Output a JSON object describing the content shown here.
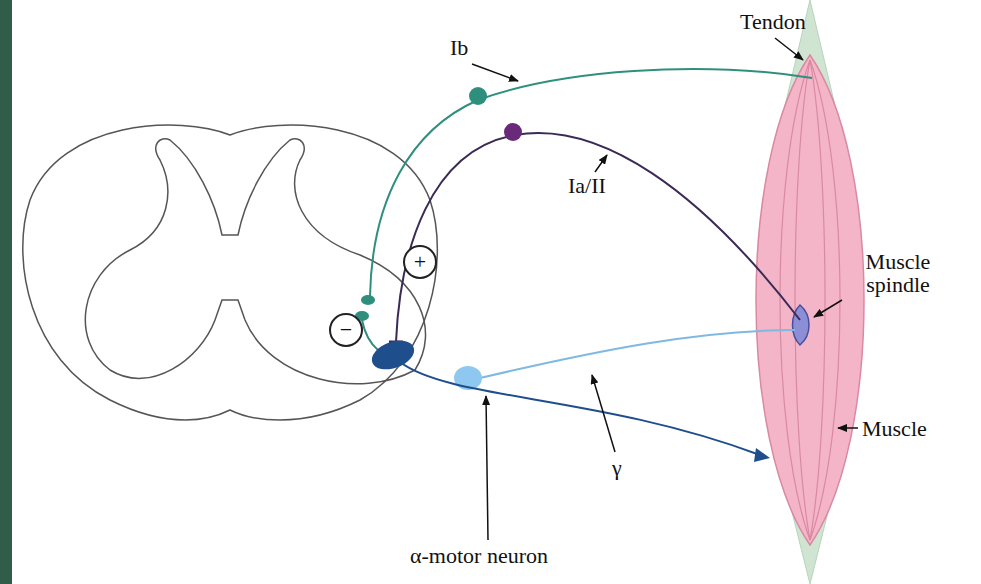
{
  "diagram": {
    "nodes": [
      {
        "text": [
          "+"
        ]
      },
      {
        "text": [
          "−"
        ]
      }
    ],
    "labels": [
      "Tendon",
      "Ib",
      "Ia/II",
      "Muscle spindle",
      "Muscle",
      "γ",
      "α-motor neuron"
    ]
  }
}
